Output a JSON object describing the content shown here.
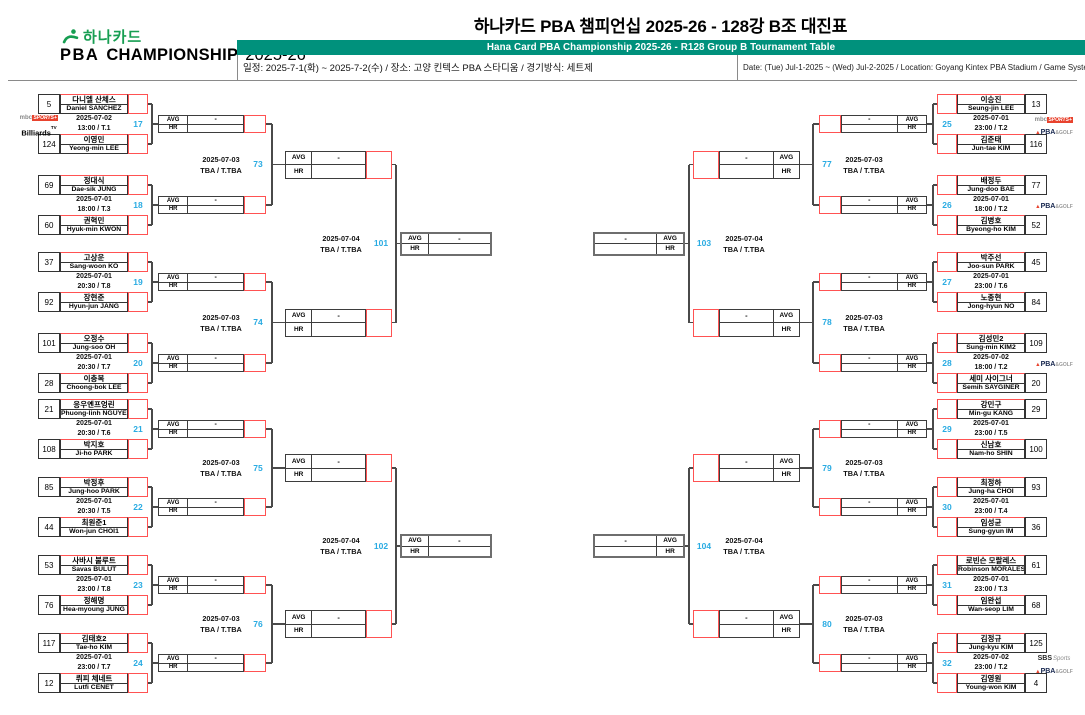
{
  "header": {
    "logo": {
      "hana": "하나카드",
      "pba": "PBA",
      "championship": "CHAMPIONSHIP",
      "season": "2025-26"
    },
    "title": "하나카드 PBA 챔피언십 2025-26 - 128강 B조 대진표",
    "subtitle": "Hana Card PBA Championship 2025-26 - R128 Group B Tournament Table",
    "info_kr": "일정: 2025-7-1(화) ~ 2025-7-2(수) / 장소: 고양 킨텍스 PBA 스타디움 / 경기방식: 세트제",
    "info_en": "Date: (Tue) Jul-1-2025 ~ (Wed) Jul-2-2025 / Location: Goyang Kintex PBA Stadium / Game System: Set System"
  },
  "labels": {
    "avg": "AVG",
    "hr": "HR",
    "dash": "-"
  },
  "logos": {
    "mbc_prefix": "mbc",
    "mbc_badge": "SPORTS+",
    "billiards": "Billiards",
    "billiards_sup": "TV",
    "pba_tri": "▲",
    "pba": "PBA",
    "pba_golf": "&GOLF",
    "sbs": "SBS",
    "sbs_sports": "Sports"
  },
  "colors": {
    "accent_green": "#00917c",
    "match_number_blue": "#29abe2",
    "slot_red": "#ff5252"
  },
  "bracket": {
    "left": {
      "round1": [
        {
          "number": "17",
          "date": "2025-07-02",
          "time": "13:00 / T.1",
          "broadcasters": [
            "mbc-sports",
            "billiards-tv"
          ],
          "top": {
            "seed": "5",
            "kr": "다니엘 산체스",
            "en": "Daniel SANCHEZ"
          },
          "bottom": {
            "seed": "124",
            "kr": "이영민",
            "en": "Yeong-min LEE"
          }
        },
        {
          "number": "18",
          "date": "2025-07-01",
          "time": "18:00 / T.3",
          "broadcasters": [],
          "top": {
            "seed": "69",
            "kr": "정대식",
            "en": "Dae-sik JUNG"
          },
          "bottom": {
            "seed": "60",
            "kr": "권혁민",
            "en": "Hyuk-min KWON"
          }
        },
        {
          "number": "19",
          "date": "2025-07-01",
          "time": "20:30 / T.8",
          "broadcasters": [],
          "top": {
            "seed": "37",
            "kr": "고상운",
            "en": "Sang-woon KO"
          },
          "bottom": {
            "seed": "92",
            "kr": "장현준",
            "en": "Hyun-jun JANG"
          }
        },
        {
          "number": "20",
          "date": "2025-07-01",
          "time": "20:30 / T.7",
          "broadcasters": [],
          "top": {
            "seed": "101",
            "kr": "오정수",
            "en": "Jung-soo OH"
          },
          "bottom": {
            "seed": "28",
            "kr": "이충복",
            "en": "Choong-bok LEE"
          }
        },
        {
          "number": "21",
          "date": "2025-07-01",
          "time": "20:30 / T.6",
          "broadcasters": [],
          "top": {
            "seed": "21",
            "kr": "응우옌프엉린",
            "en": "Phuong-linh NGUYEN"
          },
          "bottom": {
            "seed": "108",
            "kr": "박지호",
            "en": "Ji-ho PARK"
          }
        },
        {
          "number": "22",
          "date": "2025-07-01",
          "time": "20:30 / T.5",
          "broadcasters": [],
          "top": {
            "seed": "85",
            "kr": "박정후",
            "en": "Jung-hoo PARK"
          },
          "bottom": {
            "seed": "44",
            "kr": "최원준1",
            "en": "Won-jun CHOI1"
          }
        },
        {
          "number": "23",
          "date": "2025-07-01",
          "time": "23:00 / T.8",
          "broadcasters": [],
          "top": {
            "seed": "53",
            "kr": "사바시 불루트",
            "en": "Savas BULUT"
          },
          "bottom": {
            "seed": "76",
            "kr": "정해명",
            "en": "Hea-myoung JUNG"
          }
        },
        {
          "number": "24",
          "date": "2025-07-01",
          "time": "23:00 / T.7",
          "broadcasters": [],
          "top": {
            "seed": "117",
            "kr": "김태호2",
            "en": "Tae-ho KIM"
          },
          "bottom": {
            "seed": "12",
            "kr": "뤼피 체네트",
            "en": "Lutfi CENET"
          }
        }
      ],
      "round2": [
        {
          "number": "73",
          "date": "2025-07-03",
          "time": "TBA / T.TBA"
        },
        {
          "number": "74",
          "date": "2025-07-03",
          "time": "TBA / T.TBA"
        },
        {
          "number": "75",
          "date": "2025-07-03",
          "time": "TBA / T.TBA"
        },
        {
          "number": "76",
          "date": "2025-07-03",
          "time": "TBA / T.TBA"
        }
      ],
      "round3": [
        {
          "number": "101",
          "date": "2025-07-04",
          "time": "TBA / T.TBA"
        },
        {
          "number": "102",
          "date": "2025-07-04",
          "time": "TBA / T.TBA"
        }
      ]
    },
    "right": {
      "round1": [
        {
          "number": "25",
          "date": "2025-07-01",
          "time": "23:00 / T.2",
          "broadcasters": [
            "mbc-sports",
            "pba-golf"
          ],
          "top": {
            "seed": "13",
            "kr": "이승진",
            "en": "Seung-jin LEE"
          },
          "bottom": {
            "seed": "116",
            "kr": "김준태",
            "en": "Jun-tae KIM"
          }
        },
        {
          "number": "26",
          "date": "2025-07-01",
          "time": "18:00 / T.2",
          "broadcasters": [
            "pba-golf"
          ],
          "top": {
            "seed": "77",
            "kr": "배정두",
            "en": "Jung-doo BAE"
          },
          "bottom": {
            "seed": "52",
            "kr": "김병호",
            "en": "Byeong-ho KIM"
          }
        },
        {
          "number": "27",
          "date": "2025-07-01",
          "time": "23:00 / T.6",
          "broadcasters": [],
          "top": {
            "seed": "45",
            "kr": "박주선",
            "en": "Joo-sun PARK"
          },
          "bottom": {
            "seed": "84",
            "kr": "노종현",
            "en": "Jong-hyun NO"
          }
        },
        {
          "number": "28",
          "date": "2025-07-02",
          "time": "18:00 / T.2",
          "broadcasters": [
            "pba-golf"
          ],
          "top": {
            "seed": "109",
            "kr": "김성민2",
            "en": "Sung-min KIM2"
          },
          "bottom": {
            "seed": "20",
            "kr": "세미 사이그너",
            "en": "Semih SAYGINER"
          }
        },
        {
          "number": "29",
          "date": "2025-07-01",
          "time": "23:00 / T.5",
          "broadcasters": [],
          "top": {
            "seed": "29",
            "kr": "강민구",
            "en": "Min-gu KANG"
          },
          "bottom": {
            "seed": "100",
            "kr": "신남호",
            "en": "Nam-ho SHIN"
          }
        },
        {
          "number": "30",
          "date": "2025-07-01",
          "time": "23:00 / T.4",
          "broadcasters": [],
          "top": {
            "seed": "93",
            "kr": "최정하",
            "en": "Jung-ha CHOI"
          },
          "bottom": {
            "seed": "36",
            "kr": "임성균",
            "en": "Sung-gyun IM"
          }
        },
        {
          "number": "31",
          "date": "2025-07-01",
          "time": "23:00 / T.3",
          "broadcasters": [],
          "top": {
            "seed": "61",
            "kr": "로빈슨 모랄레스",
            "en": "Robinson MORALES"
          },
          "bottom": {
            "seed": "68",
            "kr": "임완섭",
            "en": "Wan-seop LIM"
          }
        },
        {
          "number": "32",
          "date": "2025-07-02",
          "time": "23:00 / T.2",
          "broadcasters": [
            "sbs-sports",
            "pba-golf"
          ],
          "top": {
            "seed": "125",
            "kr": "김정규",
            "en": "Jung-kyu KIM"
          },
          "bottom": {
            "seed": "4",
            "kr": "김영원",
            "en": "Young-won KIM"
          }
        }
      ],
      "round2": [
        {
          "number": "77",
          "date": "2025-07-03",
          "time": "TBA / T.TBA"
        },
        {
          "number": "78",
          "date": "2025-07-03",
          "time": "TBA / T.TBA"
        },
        {
          "number": "79",
          "date": "2025-07-03",
          "time": "TBA / T.TBA"
        },
        {
          "number": "80",
          "date": "2025-07-03",
          "time": "TBA / T.TBA"
        }
      ],
      "round3": [
        {
          "number": "103",
          "date": "2025-07-04",
          "time": "TBA / T.TBA"
        },
        {
          "number": "104",
          "date": "2025-07-04",
          "time": "TBA / T.TBA"
        }
      ]
    }
  }
}
